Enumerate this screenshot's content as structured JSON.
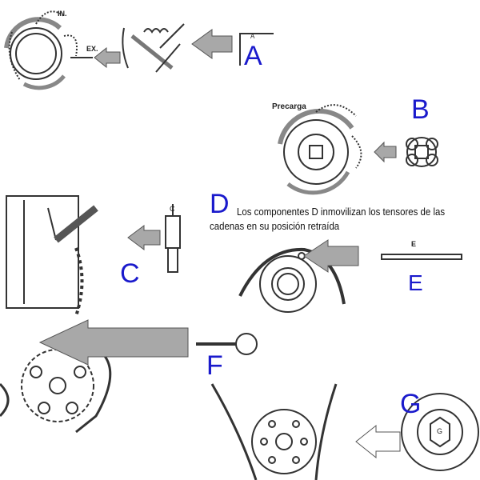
{
  "labels": {
    "A": "A",
    "A_small": "A",
    "B": "B",
    "precarga": "Precarga",
    "C": "C",
    "C_small": "C",
    "D": "D",
    "E": "E",
    "E_small": "E",
    "F": "F",
    "G": "G",
    "G_small": "G",
    "intake": "IN.",
    "exhaust": "EX."
  },
  "description": {
    "line1": "Los componentes D inmovilizan los tensores de las",
    "line2": "cadenas en su posición retraída"
  },
  "colors": {
    "label_blue": "#1a1acc",
    "arrow_gray": "#a8a8a8",
    "line": "#333333"
  }
}
